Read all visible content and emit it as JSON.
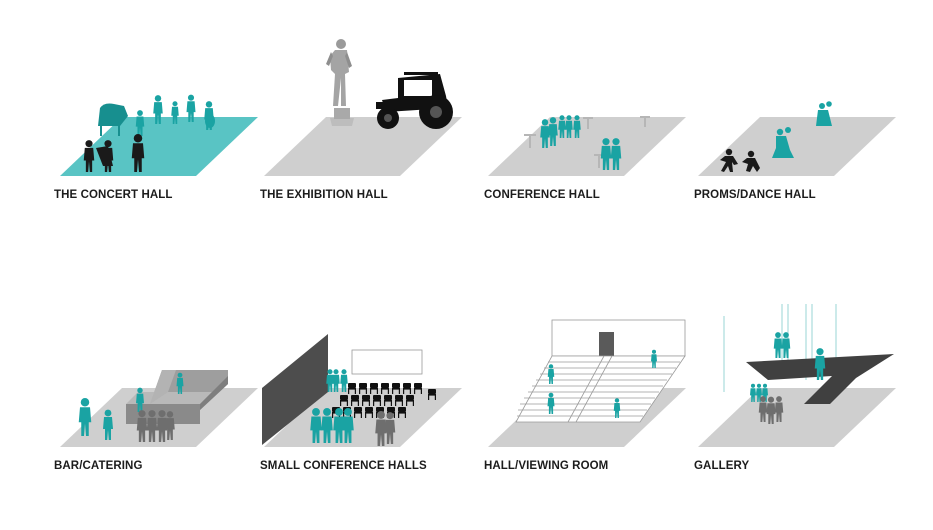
{
  "colors": {
    "teal": "#1aa3a3",
    "floor_grey": "#cfcfcf",
    "dark": "#1a1a1a",
    "wall": "#4d4d4d",
    "caption": "#1c1c1c"
  },
  "panels": [
    {
      "id": "concert",
      "caption": "THE CONCERT HALL"
    },
    {
      "id": "exhibition",
      "caption": "THE EXHIBITION HALL"
    },
    {
      "id": "conference",
      "caption": "CONFERENCE HALL"
    },
    {
      "id": "dance",
      "caption": "PROMS/DANCE HALL"
    },
    {
      "id": "bar",
      "caption": "BAR/CATERING"
    },
    {
      "id": "small-conference",
      "caption": "SMALL CONFERENCE HALLS"
    },
    {
      "id": "viewing",
      "caption": "HALL/VIEWING ROOM"
    },
    {
      "id": "gallery",
      "caption": "GALLERY"
    }
  ]
}
